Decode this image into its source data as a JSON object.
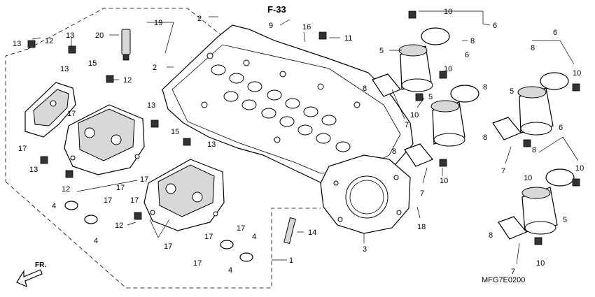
{
  "diagram": {
    "reference": "F-33",
    "code": "MFG7E0200",
    "direction": "FR.",
    "callouts": [
      {
        "id": "c1",
        "text": "1"
      },
      {
        "id": "c2a",
        "text": "2"
      },
      {
        "id": "c2b",
        "text": "2"
      },
      {
        "id": "c3",
        "text": "3"
      },
      {
        "id": "c4a",
        "text": "4"
      },
      {
        "id": "c4b",
        "text": "4"
      },
      {
        "id": "c4c",
        "text": "4"
      },
      {
        "id": "c4d",
        "text": "4"
      },
      {
        "id": "c5a",
        "text": "5"
      },
      {
        "id": "c5b",
        "text": "5"
      },
      {
        "id": "c5c",
        "text": "5"
      },
      {
        "id": "c5d",
        "text": "5"
      },
      {
        "id": "c6a",
        "text": "6"
      },
      {
        "id": "c6b",
        "text": "6"
      },
      {
        "id": "c6c",
        "text": "6"
      },
      {
        "id": "c6d",
        "text": "6"
      },
      {
        "id": "c7a",
        "text": "7"
      },
      {
        "id": "c7b",
        "text": "7"
      },
      {
        "id": "c7c",
        "text": "7"
      },
      {
        "id": "c7d",
        "text": "7"
      },
      {
        "id": "c8a",
        "text": "8"
      },
      {
        "id": "c8b",
        "text": "8"
      },
      {
        "id": "c8c",
        "text": "8"
      },
      {
        "id": "c8d",
        "text": "8"
      },
      {
        "id": "c8e",
        "text": "8"
      },
      {
        "id": "c8f",
        "text": "8"
      },
      {
        "id": "c8g",
        "text": "8"
      },
      {
        "id": "c8h",
        "text": "8"
      },
      {
        "id": "c9",
        "text": "9"
      },
      {
        "id": "c10a",
        "text": "10"
      },
      {
        "id": "c10b",
        "text": "10"
      },
      {
        "id": "c10c",
        "text": "10"
      },
      {
        "id": "c10d",
        "text": "10"
      },
      {
        "id": "c10e",
        "text": "10"
      },
      {
        "id": "c10f",
        "text": "10"
      },
      {
        "id": "c10g",
        "text": "10"
      },
      {
        "id": "c10h",
        "text": "10"
      },
      {
        "id": "c11",
        "text": "11"
      },
      {
        "id": "c12a",
        "text": "12"
      },
      {
        "id": "c12b",
        "text": "12"
      },
      {
        "id": "c12c",
        "text": "12"
      },
      {
        "id": "c12d",
        "text": "12"
      },
      {
        "id": "c13a",
        "text": "13"
      },
      {
        "id": "c13b",
        "text": "13"
      },
      {
        "id": "c13c",
        "text": "13"
      },
      {
        "id": "c13d",
        "text": "13"
      },
      {
        "id": "c13e",
        "text": "13"
      },
      {
        "id": "c13f",
        "text": "13"
      },
      {
        "id": "c14",
        "text": "14"
      },
      {
        "id": "c15a",
        "text": "15"
      },
      {
        "id": "c15b",
        "text": "15"
      },
      {
        "id": "c16",
        "text": "16"
      },
      {
        "id": "c17a",
        "text": "17"
      },
      {
        "id": "c17b",
        "text": "17"
      },
      {
        "id": "c17c",
        "text": "17"
      },
      {
        "id": "c17d",
        "text": "17"
      },
      {
        "id": "c17e",
        "text": "17"
      },
      {
        "id": "c17f",
        "text": "17"
      },
      {
        "id": "c17g",
        "text": "17"
      },
      {
        "id": "c17h",
        "text": "17"
      },
      {
        "id": "c17i",
        "text": "17"
      },
      {
        "id": "c17j",
        "text": "17"
      },
      {
        "id": "c18",
        "text": "18"
      },
      {
        "id": "c19",
        "text": "19"
      },
      {
        "id": "c20",
        "text": "20"
      }
    ]
  }
}
